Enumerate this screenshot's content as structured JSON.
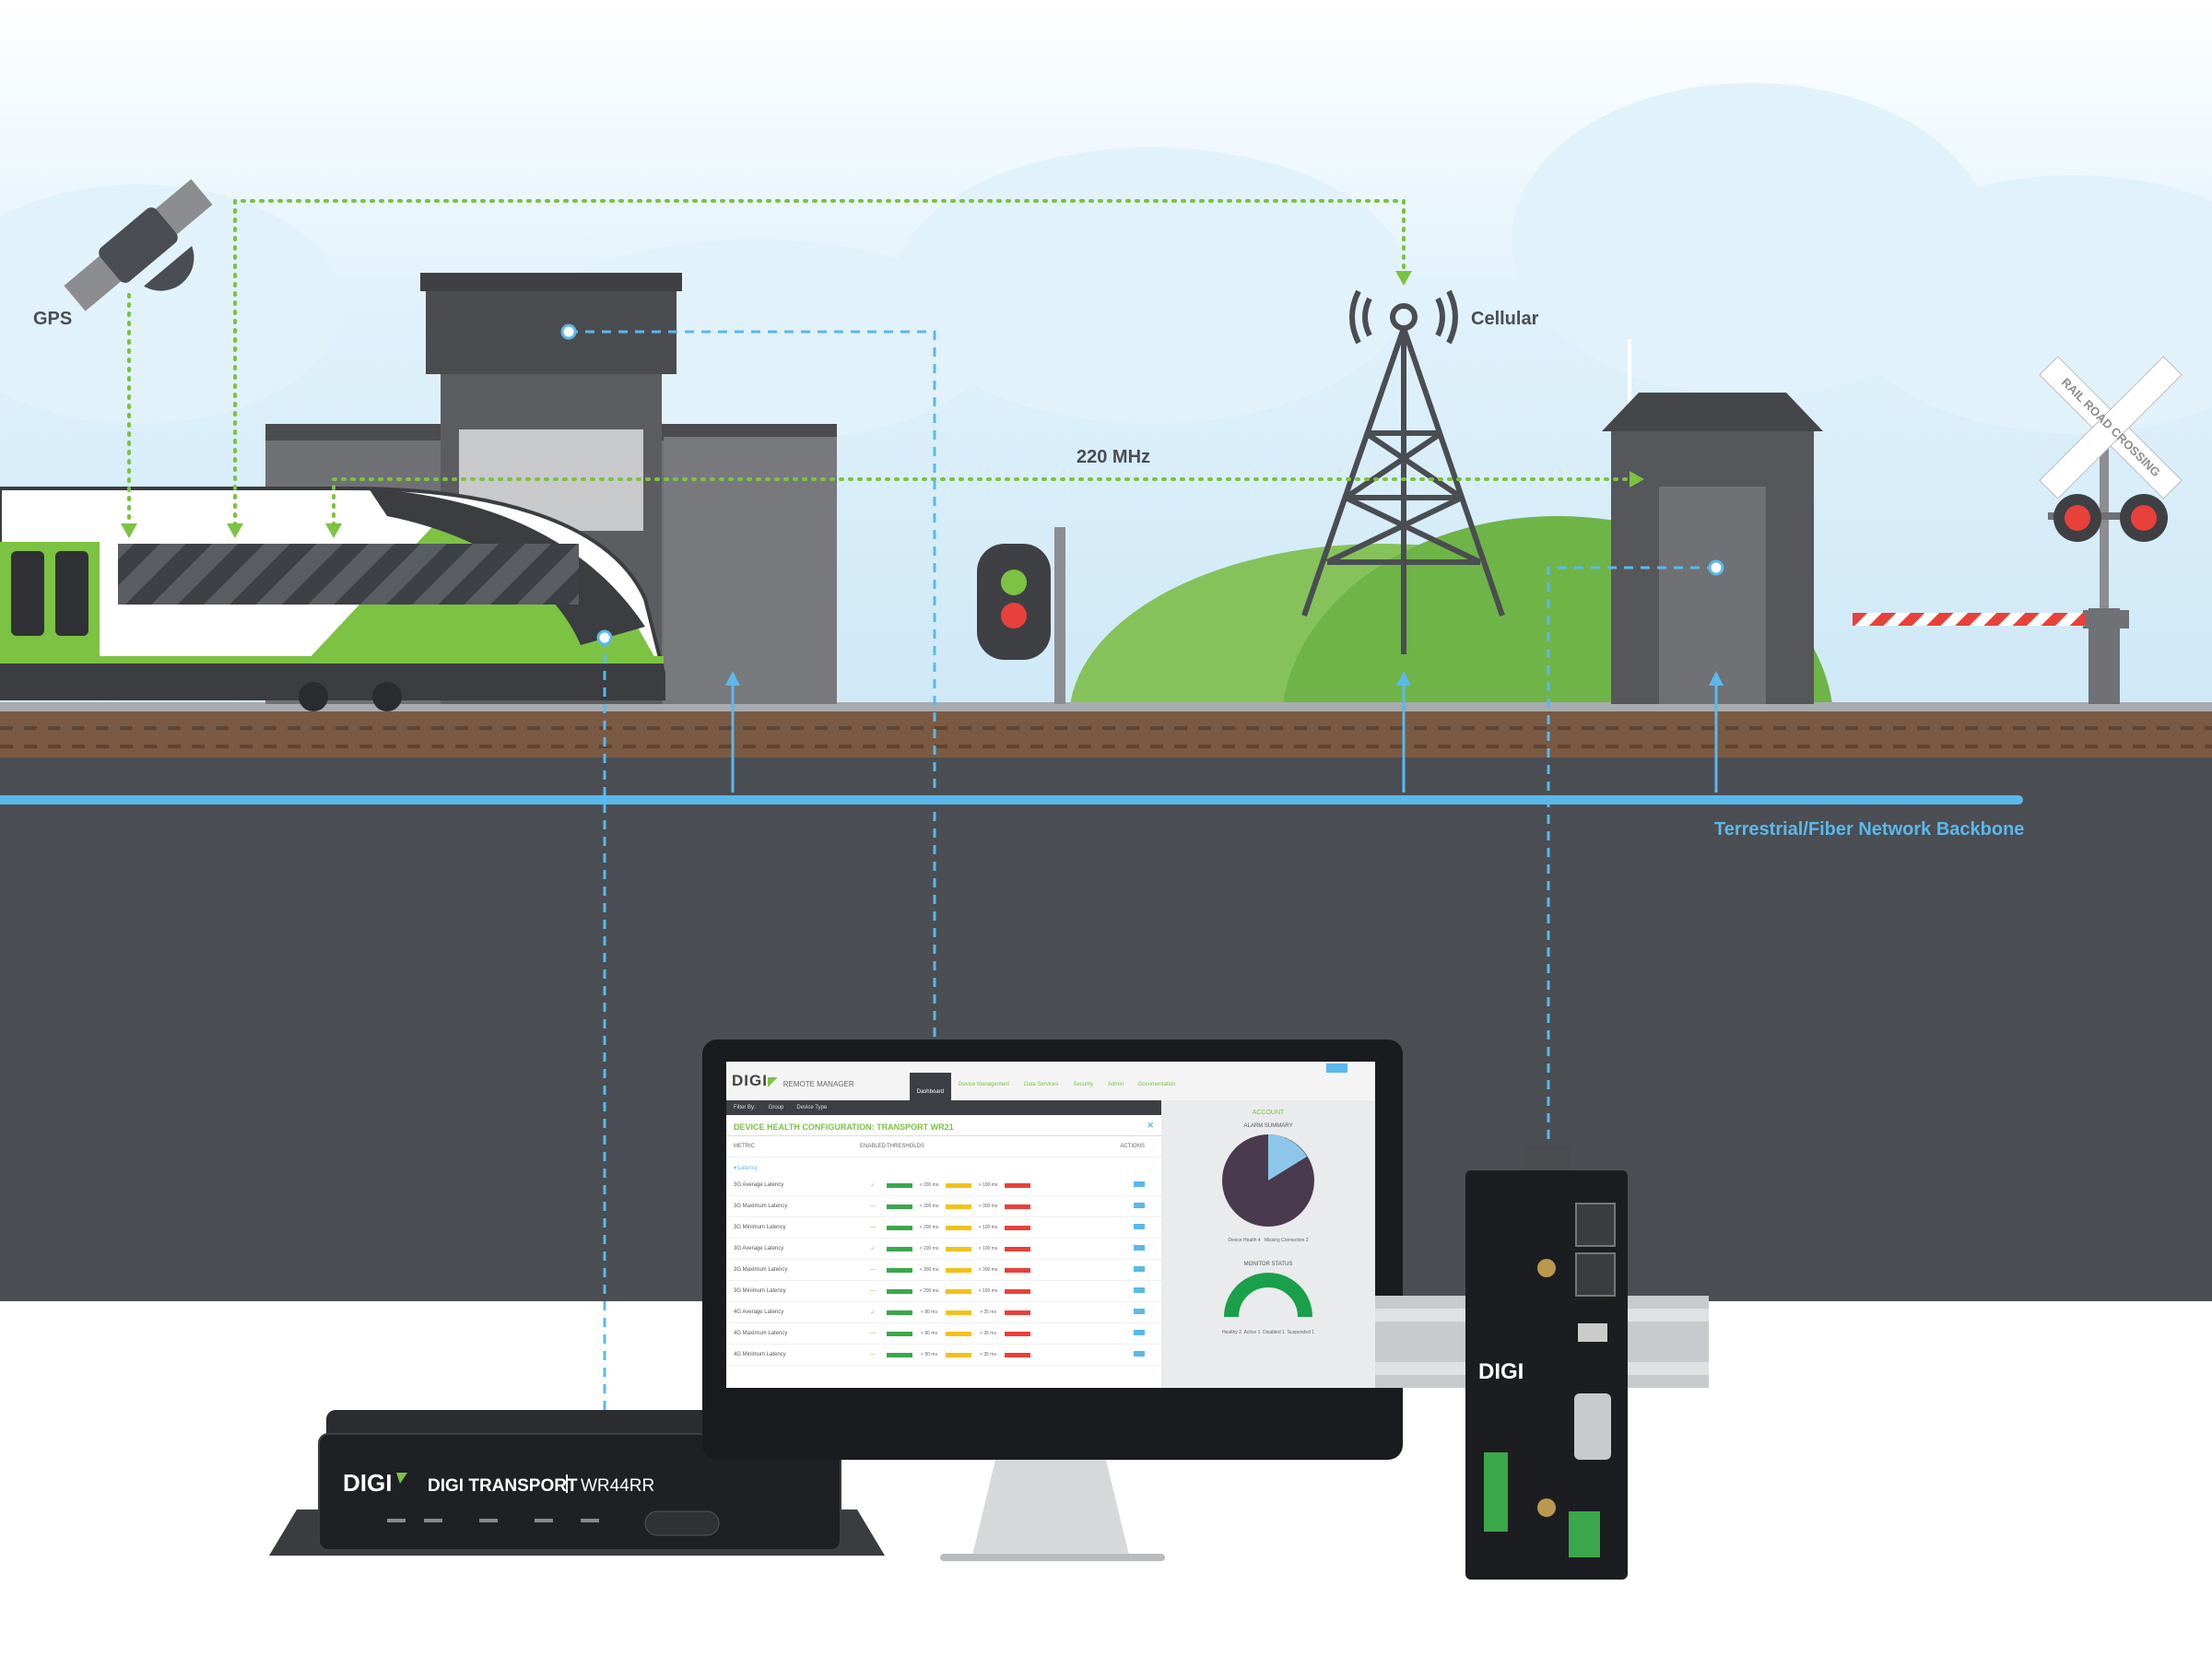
{
  "labels": {
    "gps": "GPS",
    "cellular": "Cellular",
    "radio": "220 MHz",
    "backbone": "Terrestrial/Fiber Network Backbone",
    "crossing_sign": "RAIL ROAD CROSSING"
  },
  "devices": {
    "router": {
      "brand": "DIGI",
      "product": "DIGI TRANSPORT",
      "model": "WR44RR"
    },
    "din_rail": {
      "brand": "DIGI"
    }
  },
  "remote_manager": {
    "brand": "DIGI",
    "app": "REMOTE MANAGER",
    "account_button": "",
    "nav": [
      "Dashboard",
      "Device Management",
      "Data Services",
      "Security",
      "Admin",
      "Documentation"
    ],
    "filter": [
      "Filter By:",
      "Group",
      "Device Type"
    ],
    "page_title": "DEVICE HEALTH CONFIGURATION: TRANSPORT WR21",
    "columns": [
      "METRIC",
      "ENABLED",
      "THRESHOLDS",
      "ACTIONS"
    ],
    "group": "▾ Latency",
    "rows": [
      {
        "metric": "3G Average Latency",
        "enabled": "✓",
        "t1": "< 200 ms",
        "t2": "> 100 ms"
      },
      {
        "metric": "3G Maximum Latency",
        "enabled": "—",
        "t1": "< 300 ms",
        "t2": "> 300 ms"
      },
      {
        "metric": "3G Minimum Latency",
        "enabled": "—",
        "t1": "< 200 ms",
        "t2": "> 100 ms"
      },
      {
        "metric": "3G Average Latency",
        "enabled": "✓",
        "t1": "< 200 ms",
        "t2": "> 100 ms"
      },
      {
        "metric": "3G Maximum Latency",
        "enabled": "—",
        "t1": "< 300 ms",
        "t2": "> 300 ms"
      },
      {
        "metric": "3G Minimum Latency",
        "enabled": "—",
        "t1": "< 200 ms",
        "t2": "> 100 ms"
      },
      {
        "metric": "4G Average Latency",
        "enabled": "✓",
        "t1": "< 80 ms",
        "t2": "> 35 ms"
      },
      {
        "metric": "4G Maximum Latency",
        "enabled": "—",
        "t1": "< 80 ms",
        "t2": "> 35 ms"
      },
      {
        "metric": "4G Minimum Latency",
        "enabled": "—",
        "t1": "< 80 ms",
        "t2": "> 35 ms"
      }
    ],
    "right_panel": {
      "title": "ACCOUNT",
      "alarm_title": "ALARM SUMMARY",
      "alarm_legend": [
        "Device Health 4",
        "Missing Connection 2"
      ],
      "monitor_title": "MONITOR STATUS",
      "monitor_legend": [
        "Healthy 2",
        "Active 1",
        "Disabled 1",
        "Suspended 1"
      ]
    }
  },
  "colors": {
    "sky": "#d4ecf8",
    "ground": "#4b4e53",
    "rail_bed": "#7a5a43",
    "train_green": "#7cc243",
    "fiber_blue": "#5bb8ea",
    "radio_green": "#7cc243"
  }
}
